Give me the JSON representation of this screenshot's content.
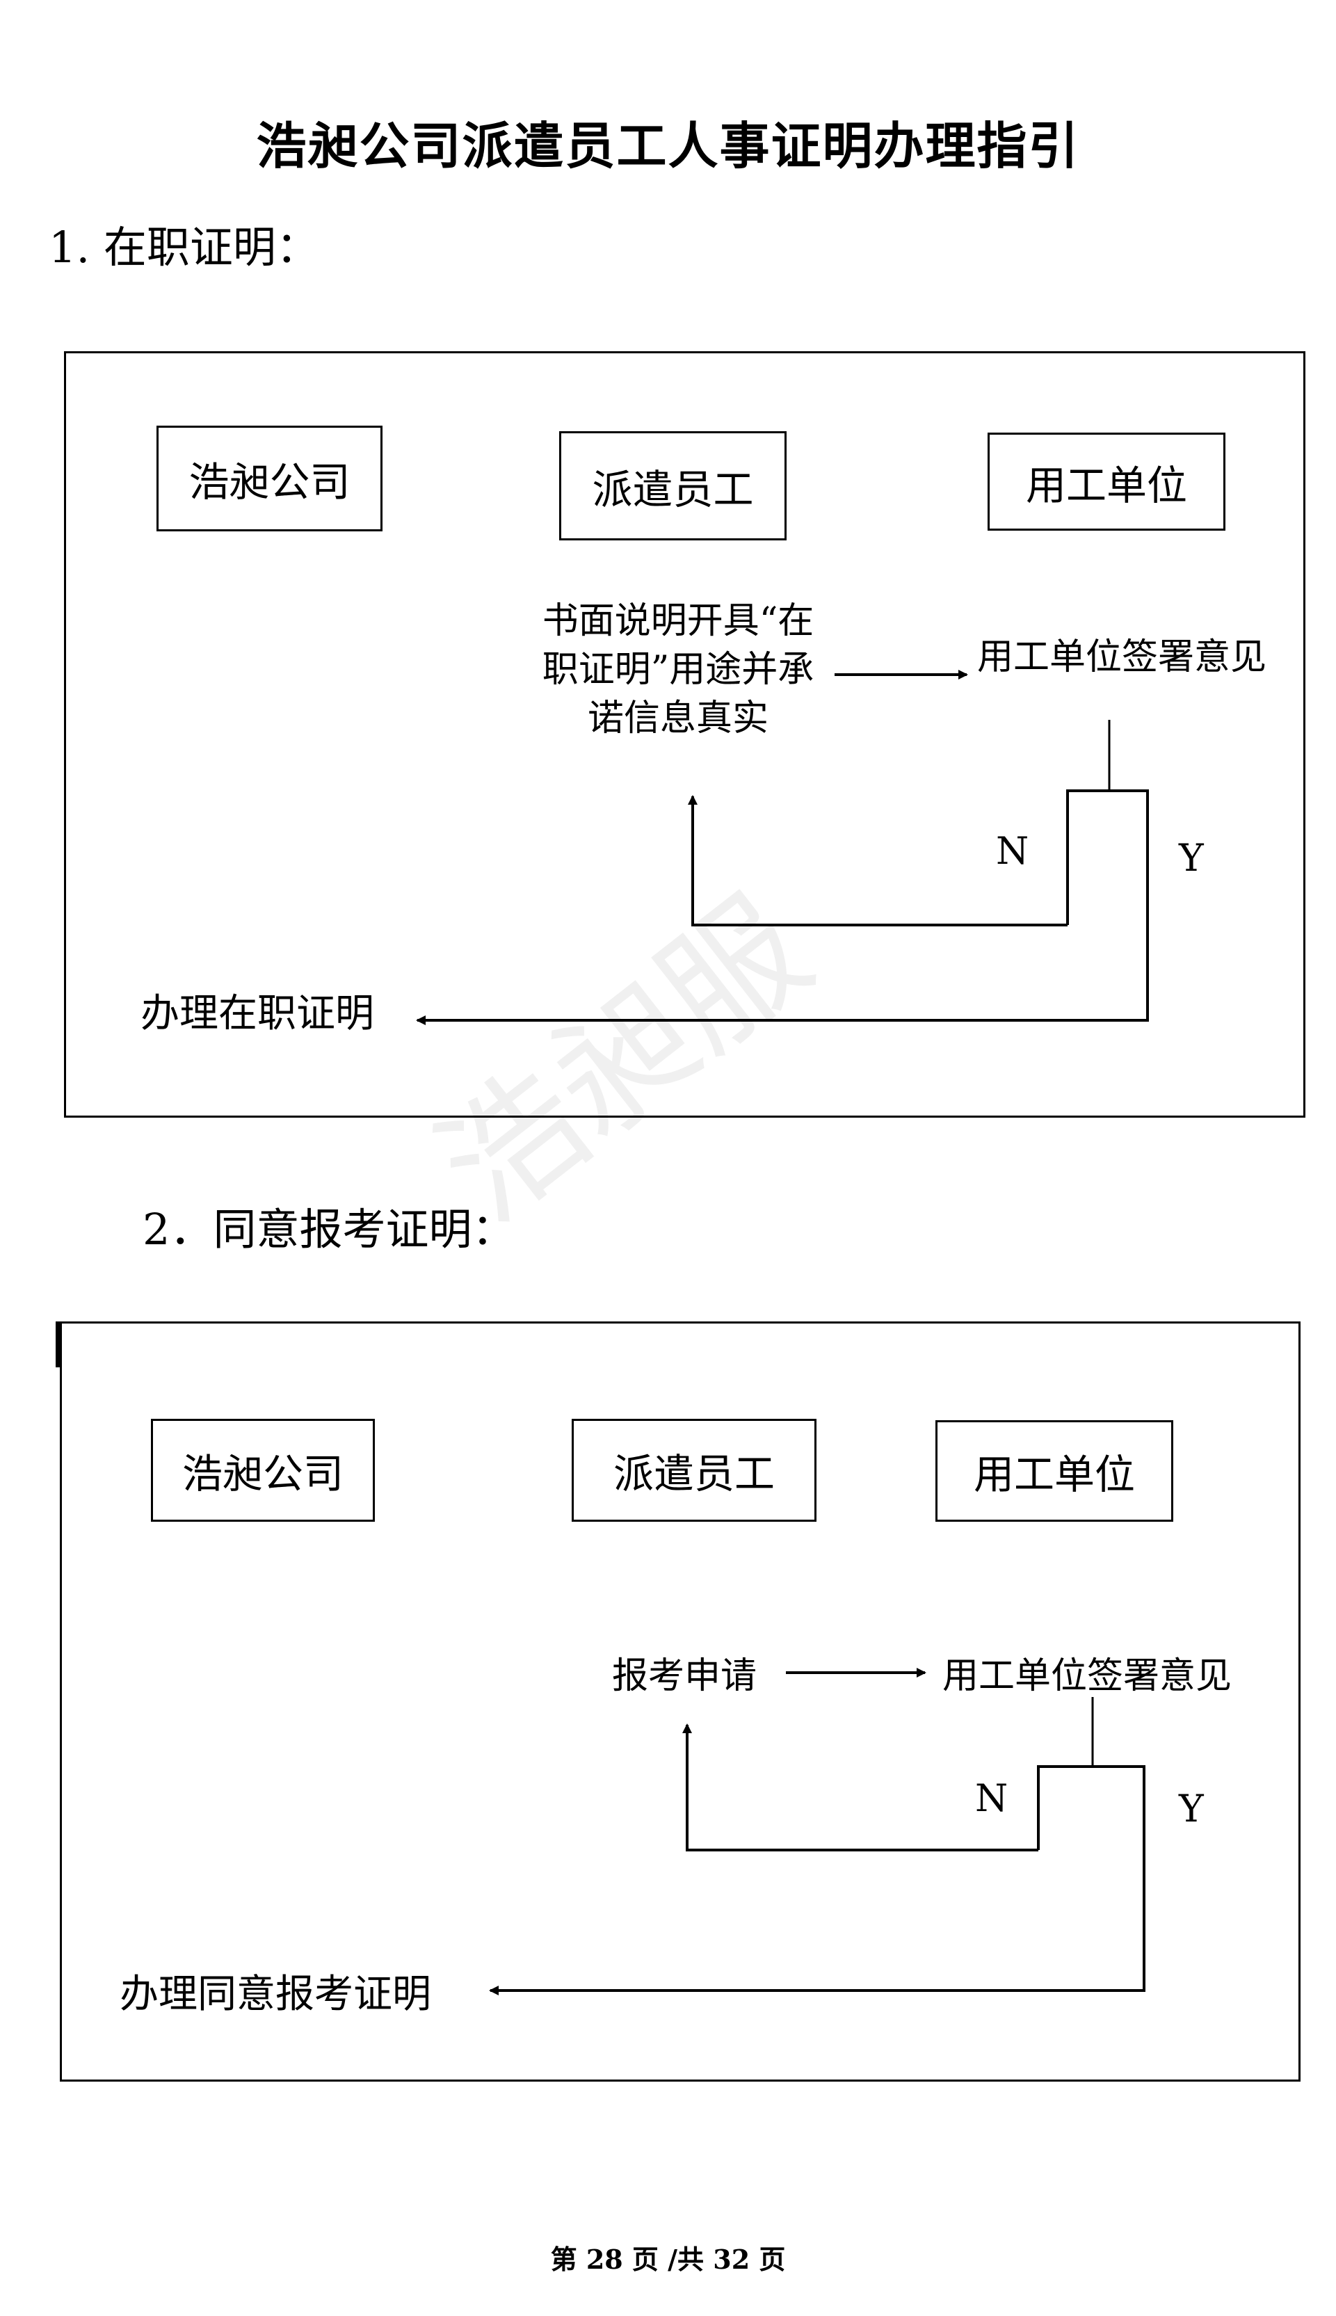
{
  "document": {
    "title": "浩昶公司派遣员工人事证明办理指引",
    "watermark": "浩昶服",
    "footer": "第 28 页 /共 32 页"
  },
  "section1": {
    "heading": "1. 在职证明：",
    "node_company": "浩昶公司",
    "node_employee": "派遣员工",
    "node_employer": "用工单位",
    "step_request_lines": [
      "书面说明开具“在",
      "职证明”用途并承",
      "诺信息真实"
    ],
    "step_sign": "用工单位签署意见",
    "label_no": "N",
    "label_yes": "Y",
    "result": "办理在职证明"
  },
  "section2": {
    "heading": "2．同意报考证明：",
    "node_company": "浩昶公司",
    "node_employee": "派遣员工",
    "node_employer": "用工单位",
    "step_request": "报考申请",
    "step_sign": "用工单位签署意见",
    "label_no": "N",
    "label_yes": "Y",
    "result": "办理同意报考证明"
  }
}
